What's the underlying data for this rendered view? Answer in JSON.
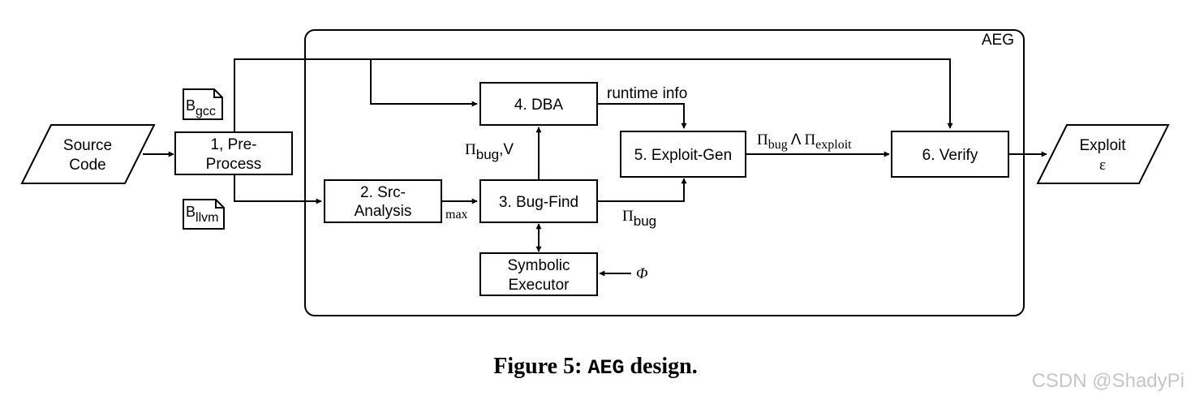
{
  "container": {
    "label": "AEG"
  },
  "nodes": {
    "source": {
      "line1": "Source",
      "line2": "Code"
    },
    "preprocess": {
      "line1": "1, Pre-",
      "line2": "Process"
    },
    "src_analysis": {
      "line1": "2. Src-",
      "line2": "Analysis"
    },
    "bug_find": {
      "label": "3. Bug-Find"
    },
    "dba": {
      "label": "4. DBA"
    },
    "exploit_gen": {
      "label": "5. Exploit-Gen"
    },
    "verify": {
      "label": "6. Verify"
    },
    "symbolic": {
      "line1": "Symbolic",
      "line2": "Executor"
    },
    "exploit": {
      "line1": "Exploit",
      "line2": "ε"
    }
  },
  "docs": {
    "bgcc": {
      "base": "B",
      "sub": "gcc"
    },
    "bllvm": {
      "base": "B",
      "sub": "llvm"
    }
  },
  "edge_labels": {
    "runtime_info": "runtime info",
    "max": "max",
    "pi_bug_v": {
      "pi": "Π",
      "sub": "bug",
      "rest": ",V"
    },
    "pi_bug": {
      "pi": "Π",
      "sub": "bug"
    },
    "pi_bug_exploit": {
      "pi1": "Π",
      "sub1": "bug",
      "and": "Λ",
      "pi2": "Π",
      "sub2": "exploit"
    },
    "phi": "Φ"
  },
  "caption": {
    "prefix": "Figure 5: ",
    "code": "AEG",
    "suffix": " design."
  },
  "watermark": "CSDN @ShadyPi"
}
